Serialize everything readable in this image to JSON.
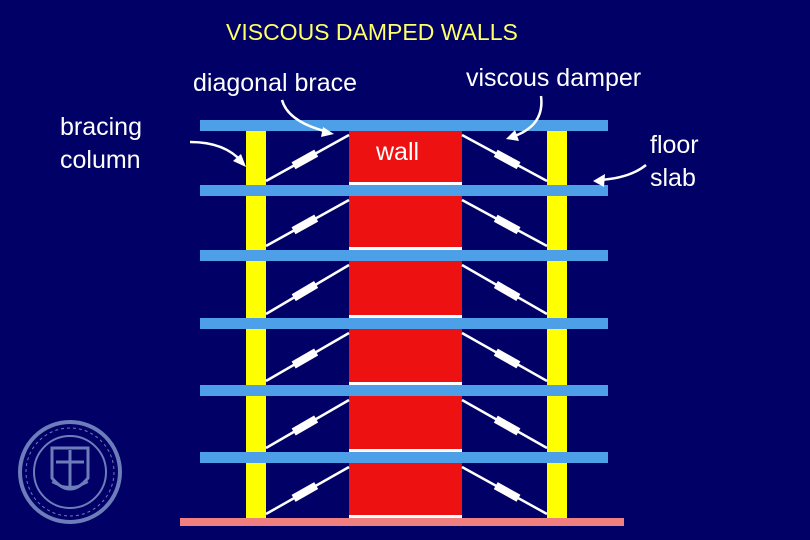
{
  "title": "VISCOUS DAMPED WALLS",
  "labels": {
    "diagonal_brace": "diagonal brace",
    "viscous_damper": "viscous damper",
    "wall": "wall",
    "bracing_column": [
      "bracing",
      "column"
    ],
    "floor_slab": [
      "floor",
      "slab"
    ]
  },
  "colors": {
    "background": "#000066",
    "title": "#ffff66",
    "column": "#ffff00",
    "slab": "#4d9fe8",
    "wall": "#ee1111",
    "ground": "#f08080",
    "brace": "#ffffff"
  },
  "icons": {
    "logo": "university-seal-icon"
  },
  "floors": 6
}
